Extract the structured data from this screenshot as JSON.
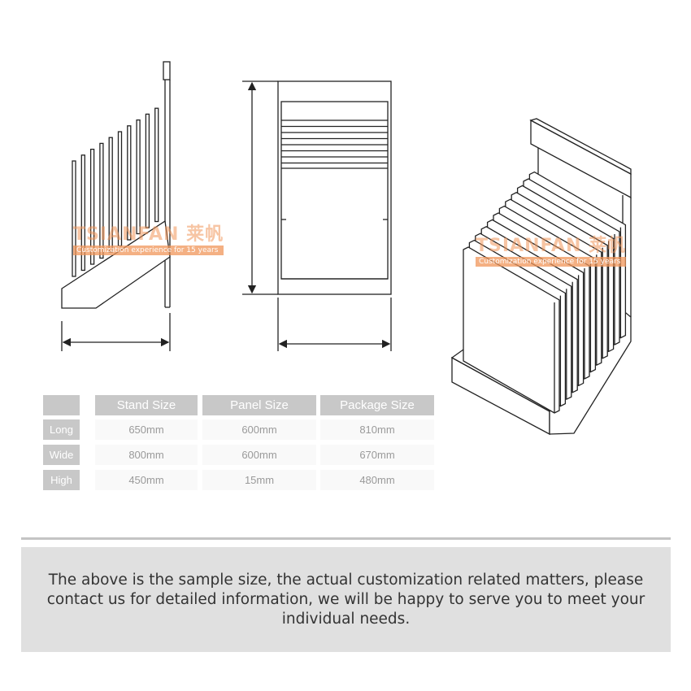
{
  "watermark": {
    "brand": "TSIANFAN 莱帆",
    "tagline": "Customization experience for 15 years",
    "color": "#f0965a"
  },
  "specs": {
    "headers": [
      "Stand Size",
      "Panel Size",
      "Package Size"
    ],
    "rows": [
      {
        "label": "Long",
        "values": [
          "650mm",
          "600mm",
          "810mm"
        ]
      },
      {
        "label": "Wide",
        "values": [
          "800mm",
          "600mm",
          "670mm"
        ]
      },
      {
        "label": "High",
        "values": [
          "450mm",
          "15mm",
          "480mm"
        ]
      }
    ]
  },
  "note": {
    "text": "The above is the sample size, the actual customization related matters, please contact us for detailed information, we will be happy to serve you to meet your individual needs."
  },
  "colors": {
    "header_bg": "#c8c8c8",
    "cell_bg": "#f9f9f9",
    "note_bg": "#e0e0e0",
    "line": "#222222"
  }
}
